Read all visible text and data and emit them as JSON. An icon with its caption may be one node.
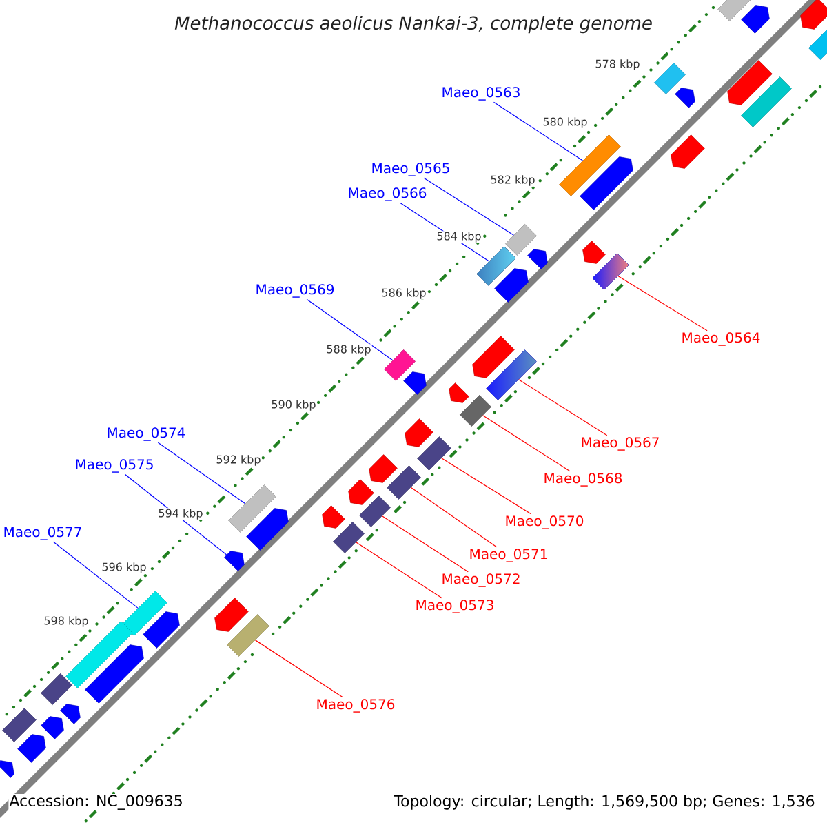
{
  "diagram": {
    "title": "Methanococcus aeolicus Nankai-3, complete genome",
    "nodes": [
      {
        "text": [
          "Maeo_0563"
        ]
      },
      {
        "text": [
          "Maeo_0564"
        ]
      },
      {
        "text": [
          "Maeo_0565"
        ]
      },
      {
        "text": [
          "Maeo_0566"
        ]
      },
      {
        "text": [
          "Maeo_0567"
        ]
      },
      {
        "text": [
          "Maeo_0568"
        ]
      },
      {
        "text": [
          "Maeo_0569"
        ]
      },
      {
        "text": [
          "Maeo_0570"
        ]
      },
      {
        "text": [
          "Maeo_0571"
        ]
      },
      {
        "text": [
          "Maeo_0572"
        ]
      },
      {
        "text": [
          "Maeo_0573"
        ]
      },
      {
        "text": [
          "Maeo_0574"
        ]
      },
      {
        "text": [
          "Maeo_0575"
        ]
      },
      {
        "text": [
          "Maeo_0576"
        ]
      },
      {
        "text": [
          "Maeo_0577"
        ]
      },
      {
        "text": [],
        "shape": "bar"
      },
      {
        "text": [],
        "shape": "arrow"
      },
      {
        "text": [],
        "shape": "arrow"
      },
      {
        "text": [],
        "shape": "bar"
      },
      {
        "text": [],
        "shape": "bar"
      },
      {
        "text": [],
        "shape": "arrow"
      },
      {
        "text": [],
        "shape": "arrow"
      },
      {
        "text": [],
        "shape": "bar"
      },
      {
        "text": [],
        "shape": "arrow"
      },
      {
        "text": [],
        "shape": "bar"
      },
      {
        "text": [],
        "shape": "arrow"
      },
      {
        "text": [],
        "shape": "bar"
      },
      {
        "text": [],
        "shape": "arrow"
      },
      {
        "text": [],
        "shape": "arrow"
      },
      {
        "text": [],
        "shape": "bar"
      },
      {
        "text": [],
        "shape": "bar"
      },
      {
        "text": [],
        "shape": "arrow"
      },
      {
        "text": [],
        "shape": "arrow"
      },
      {
        "text": [],
        "shape": "bar"
      },
      {
        "text": [],
        "shape": "bar"
      },
      {
        "text": [],
        "shape": "arrow"
      },
      {
        "text": [],
        "shape": "arrow"
      },
      {
        "text": [],
        "shape": "bar"
      },
      {
        "text": [],
        "shape": "arrow"
      },
      {
        "text": [],
        "shape": "bar"
      },
      {
        "text": [],
        "shape": "arrow"
      },
      {
        "text": [],
        "shape": "bar"
      },
      {
        "text": [],
        "shape": "arrow"
      },
      {
        "text": [],
        "shape": "bar"
      },
      {
        "text": [],
        "shape": "bar"
      },
      {
        "text": [],
        "shape": "arrow"
      },
      {
        "text": [],
        "shape": "arrow"
      },
      {
        "text": [],
        "shape": "bar"
      },
      {
        "text": [],
        "shape": "arrow"
      },
      {
        "text": [],
        "shape": "bar"
      },
      {
        "text": [],
        "shape": "arrow"
      },
      {
        "text": [],
        "shape": "arrow"
      },
      {
        "text": [],
        "shape": "bar"
      },
      {
        "text": [],
        "shape": "bar"
      },
      {
        "text": [],
        "shape": "arrow"
      },
      {
        "text": [],
        "shape": "bar"
      },
      {
        "text": [],
        "shape": "arrow"
      },
      {
        "text": [],
        "shape": "bar"
      },
      {
        "text": [],
        "shape": "arrow"
      },
      {
        "text": [],
        "shape": "arrow"
      },
      {
        "text": [],
        "shape": "arrow"
      }
    ],
    "edges": [
      {
        "from": 0,
        "to": 24,
        "arrow": "none",
        "color": "#0000ff"
      },
      {
        "from": 1,
        "to": 30,
        "arrow": "none"
      },
      {
        "from": 2,
        "to": 26,
        "arrow": "none",
        "color": "#0000ff"
      },
      {
        "from": 3,
        "to": 29,
        "arrow": "none",
        "color": "#0000ff"
      },
      {
        "from": 4,
        "to": 34,
        "arrow": "none"
      },
      {
        "from": 5,
        "to": 37,
        "arrow": "none"
      },
      {
        "from": 6,
        "to": 33,
        "arrow": "none",
        "color": "#0000ff"
      },
      {
        "from": 7,
        "to": 39,
        "arrow": "none"
      },
      {
        "from": 8,
        "to": 41,
        "arrow": "none"
      },
      {
        "from": 9,
        "to": 44,
        "arrow": "none"
      },
      {
        "from": 10,
        "to": 47,
        "arrow": "none"
      },
      {
        "from": 11,
        "to": 43,
        "arrow": "none",
        "color": "#0000ff"
      },
      {
        "from": 12,
        "to": 48,
        "arrow": "none",
        "color": "#0000ff"
      },
      {
        "from": 13,
        "to": 52,
        "arrow": "none"
      },
      {
        "from": 14,
        "to": 49,
        "arrow": "none",
        "color": "#0000ff"
      }
    ],
    "labels": [
      "578 kbp",
      "580 kbp",
      "582 kbp",
      "584 kbp",
      "586 kbp",
      "588 kbp",
      "590 kbp",
      "592 kbp",
      "594 kbp",
      "596 kbp",
      "598 kbp",
      "Accession: NC_009635",
      "Topology: circular; Length: 1,569,500 bp; Genes: 1,536"
    ]
  }
}
